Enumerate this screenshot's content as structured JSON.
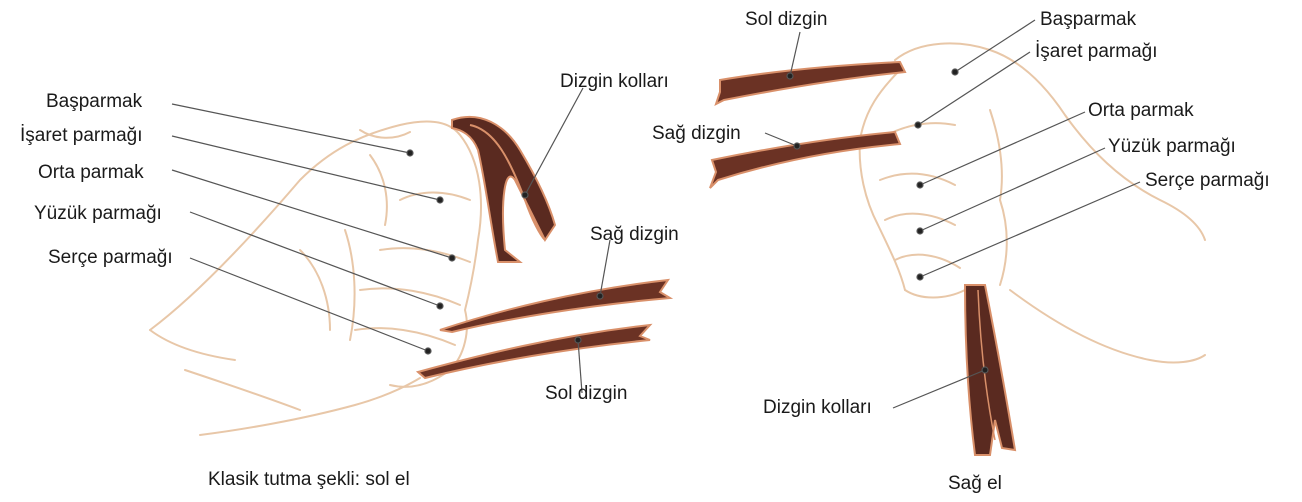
{
  "left_panel": {
    "caption": "Klasik tutma şekli: sol el",
    "labels": {
      "thumb": "Başparmak",
      "index": "İşaret parmağı",
      "middle": "Orta parmak",
      "ring": "Yüzük parmağı",
      "little": "Serçe parmağı",
      "rein_arms": "Dizgin kolları",
      "right_rein": "Sağ dizgin",
      "left_rein": "Sol dizgin"
    }
  },
  "right_panel": {
    "caption": "Sağ el",
    "labels": {
      "left_rein": "Sol dizgin",
      "right_rein": "Sağ dizgin",
      "thumb": "Başparmak",
      "index": "İşaret parmağı",
      "middle": "Orta parmak",
      "ring": "Yüzük parmağı",
      "little": "Serçe parmağı",
      "rein_arms": "Dizgin kolları"
    }
  },
  "colors": {
    "rein_dark": "#5a2a20",
    "rein_mid": "#8a4030",
    "rein_edge": "#d9906a",
    "hand_outline": "#e8c7a8",
    "leader_line": "#555555",
    "text": "#1a1a1a"
  }
}
